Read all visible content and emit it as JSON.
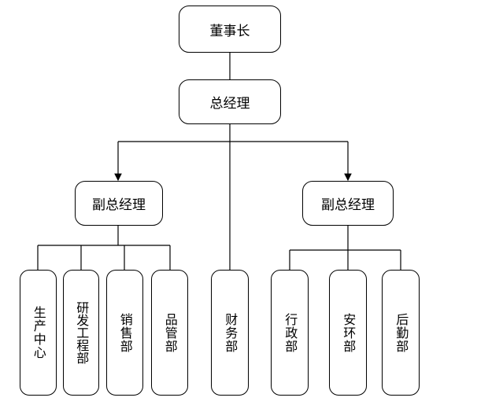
{
  "chart": {
    "chairman": "董事长",
    "general_manager": "总经理",
    "deputy_left": "副总经理",
    "deputy_right": "副总经理",
    "dept_production": "生产中心",
    "dept_rd": "研发工程部",
    "dept_sales": "销售部",
    "dept_quality": "品管部",
    "dept_finance": "财务部",
    "dept_admin": "行政部",
    "dept_environment": "安环部",
    "dept_logistics": "后勤部"
  }
}
